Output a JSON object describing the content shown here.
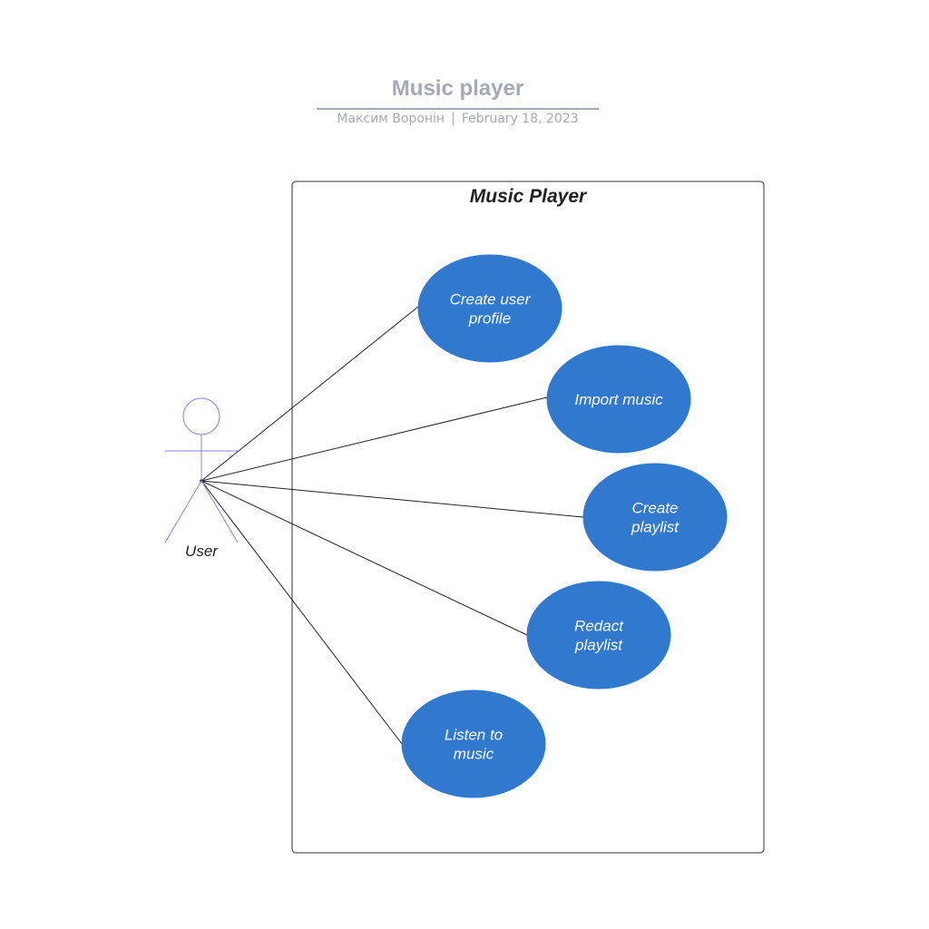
{
  "header": {
    "title": "Music player",
    "author": "Максим Воронін",
    "separator": "|",
    "date": "February 18, 2023"
  },
  "system": {
    "name": "Music Player"
  },
  "actor": {
    "name": "User"
  },
  "use_cases": [
    {
      "id": "create-user-profile",
      "lines": [
        "Create user",
        "profile"
      ]
    },
    {
      "id": "import-music",
      "lines": [
        "Import music"
      ]
    },
    {
      "id": "create-playlist",
      "lines": [
        "Create",
        "playlist"
      ]
    },
    {
      "id": "redact-playlist",
      "lines": [
        "Redact",
        "playlist"
      ]
    },
    {
      "id": "listen-to-music",
      "lines": [
        "Listen to",
        "music"
      ]
    }
  ],
  "colors": {
    "use_case_fill": "#3178cf",
    "actor_stroke": "#8482ee",
    "boundary_stroke": "#333333",
    "header_text": "#a3a9b6"
  }
}
